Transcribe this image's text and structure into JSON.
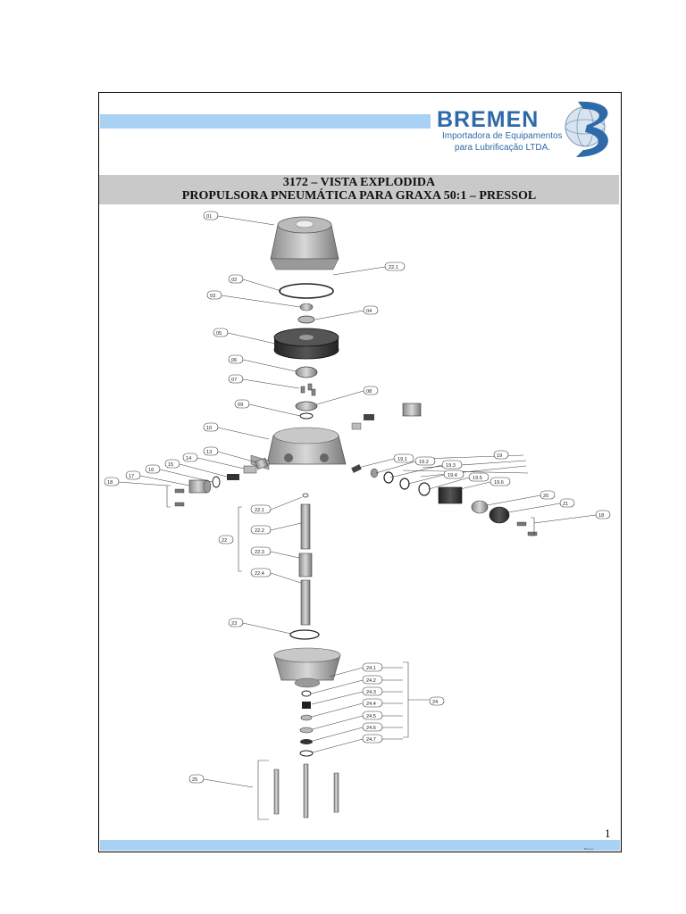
{
  "header": {
    "brand": "BREMEN",
    "tagline_line1": "Importadora de Equipamentos",
    "tagline_line2": "para Lubrificação LTDA."
  },
  "title": {
    "line1": "3172 – VISTA EXPLODIDA",
    "line2": "PROPULSORA PNEUMÁTICA PARA GRAXA 50:1 – PRESSOL"
  },
  "callouts": [
    "01",
    "02",
    "03",
    "04",
    "05",
    "06",
    "07",
    "08",
    "09",
    "10",
    "13",
    "14",
    "15",
    "16",
    "17",
    "18",
    "19",
    "19.1",
    "19.2",
    "19.3",
    "19.4",
    "19.5",
    "19.6",
    "20",
    "21",
    "18",
    "22",
    "22.1",
    "22.1",
    "22.2",
    "22.3",
    "22.4",
    "23",
    "24",
    "24.1",
    "24.2",
    "24.3",
    "24.4",
    "24.5",
    "24.6",
    "24.7",
    "25"
  ],
  "footer": {
    "page_number": "1",
    "credit": "Bremen"
  },
  "colors": {
    "accent_bar": "#a9d1f3",
    "brand_blue": "#2f6aa8",
    "title_band": "#c9c9c9"
  }
}
